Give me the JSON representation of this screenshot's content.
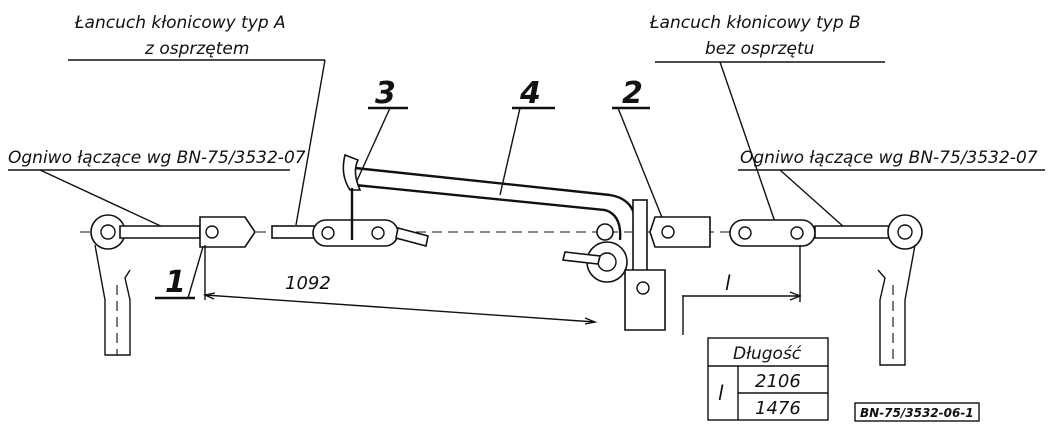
{
  "labels": {
    "chain_a_line1": "Łancuch kłonicowy typ A",
    "chain_a_line2": "z osprzętem",
    "chain_b_line1": "Łancuch kłonicowy typ B",
    "chain_b_line2": "bez osprzętu",
    "connector_left": "Ogniwo łączące wg BN-75/3532-07",
    "connector_right": "Ogniwo łączące wg BN-75/3532-07"
  },
  "part_numbers": {
    "p1": "1",
    "p2": "2",
    "p3": "3",
    "p4": "4"
  },
  "dimensions": {
    "length_a": "1092",
    "length_symbol": "l"
  },
  "table": {
    "header": "Długość",
    "symbol": "l",
    "rows": [
      "2106",
      "1476"
    ]
  },
  "stamp": "BN-75/3532-06-1"
}
